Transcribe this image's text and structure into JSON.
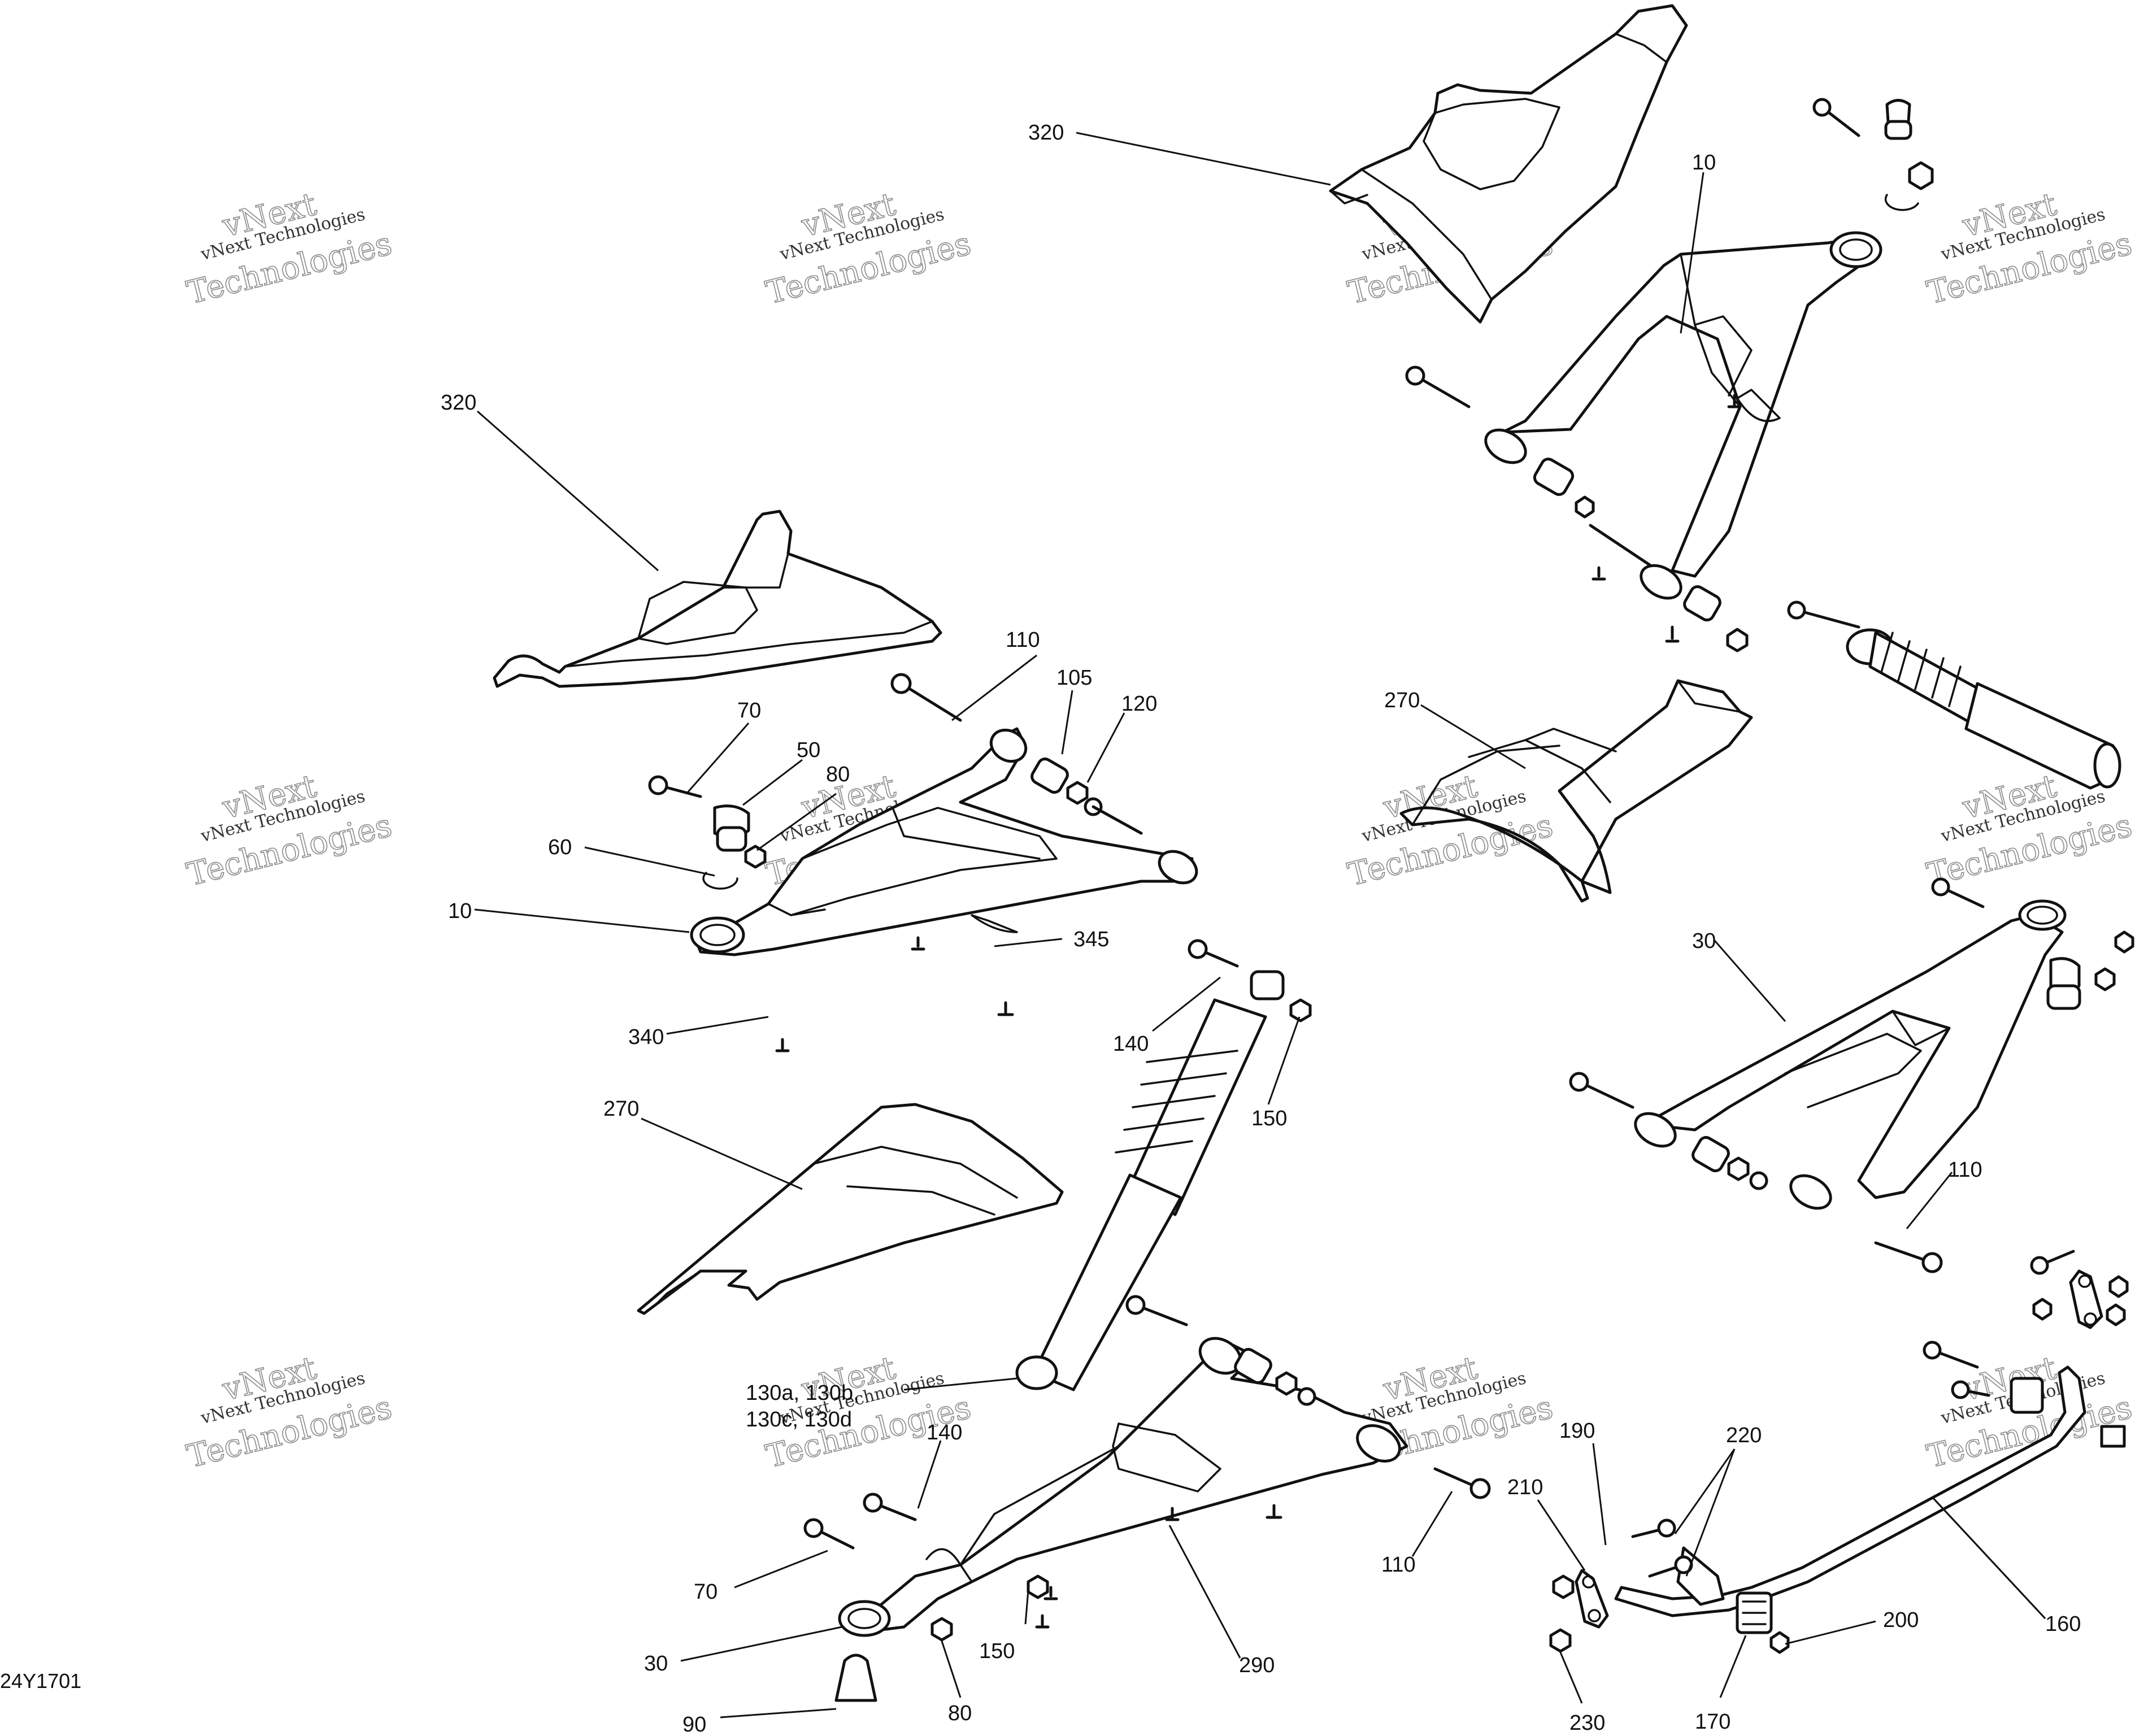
{
  "document_id": "24Y1701",
  "watermark": {
    "line1": "vNext Technologies",
    "line2_big": "vNext",
    "line3_big": "Technologies"
  },
  "callouts": {
    "c320_top": "320",
    "c10_top": "10",
    "c320_left": "320",
    "c110_a": "110",
    "c105": "105",
    "c120": "120",
    "c70_a": "70",
    "c50": "50",
    "c80_a": "80",
    "c60": "60",
    "c10_left": "10",
    "c345": "345",
    "c270_right": "270",
    "c30_right": "30",
    "c140_a": "140",
    "c150_a": "150",
    "c340": "340",
    "c270_left": "270",
    "c110_b": "110",
    "c130_line1": "130a, 130b,",
    "c130_line2": "130c, 130d",
    "c140_b": "140",
    "c70_b": "70",
    "c30_bottom": "30",
    "c150_b": "150",
    "c290": "290",
    "c110_c": "110",
    "c190": "190",
    "c210": "210",
    "c220": "220",
    "c160": "160",
    "c200": "200",
    "c230": "230",
    "c170": "170",
    "c90": "90",
    "c80_b": "80"
  }
}
